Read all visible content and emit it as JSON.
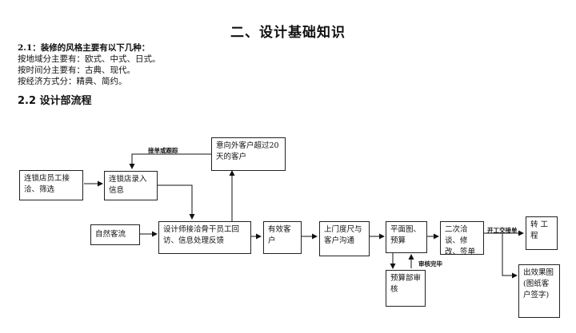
{
  "doc": {
    "title": "二、设计基础知识",
    "section21": {
      "heading": "2.1：装修的风格主要有以下几种：",
      "lines": [
        "按地域分主要有：欧式、中式、日式。",
        "按时间分主要有：古典、现代。",
        "按经济方式分：精典、简约。"
      ]
    },
    "section22": {
      "heading": "2.2 设计部流程"
    }
  },
  "flow": {
    "boxes": {
      "chain_staff": "连锁店员工接洽、筛选",
      "chain_entry": "连锁店录入信息",
      "intent_over20": "意向外客户超过20天的客户",
      "natural": "自然客流",
      "designer": "设计师接洽骨干员工回访、信息处理反馈",
      "valid": "有效客户",
      "measure": "上门度尺与客户沟通",
      "plan": "平面图、预算",
      "budget_review": "预算部审核",
      "second": "二次洽谈、修改、签单",
      "transfer": "转 工程",
      "render": "出效果图(图纸客户签字)"
    },
    "labels": {
      "follow": "接单或跟踪",
      "audited": "审核完毕",
      "handover": "开工交接单"
    }
  }
}
